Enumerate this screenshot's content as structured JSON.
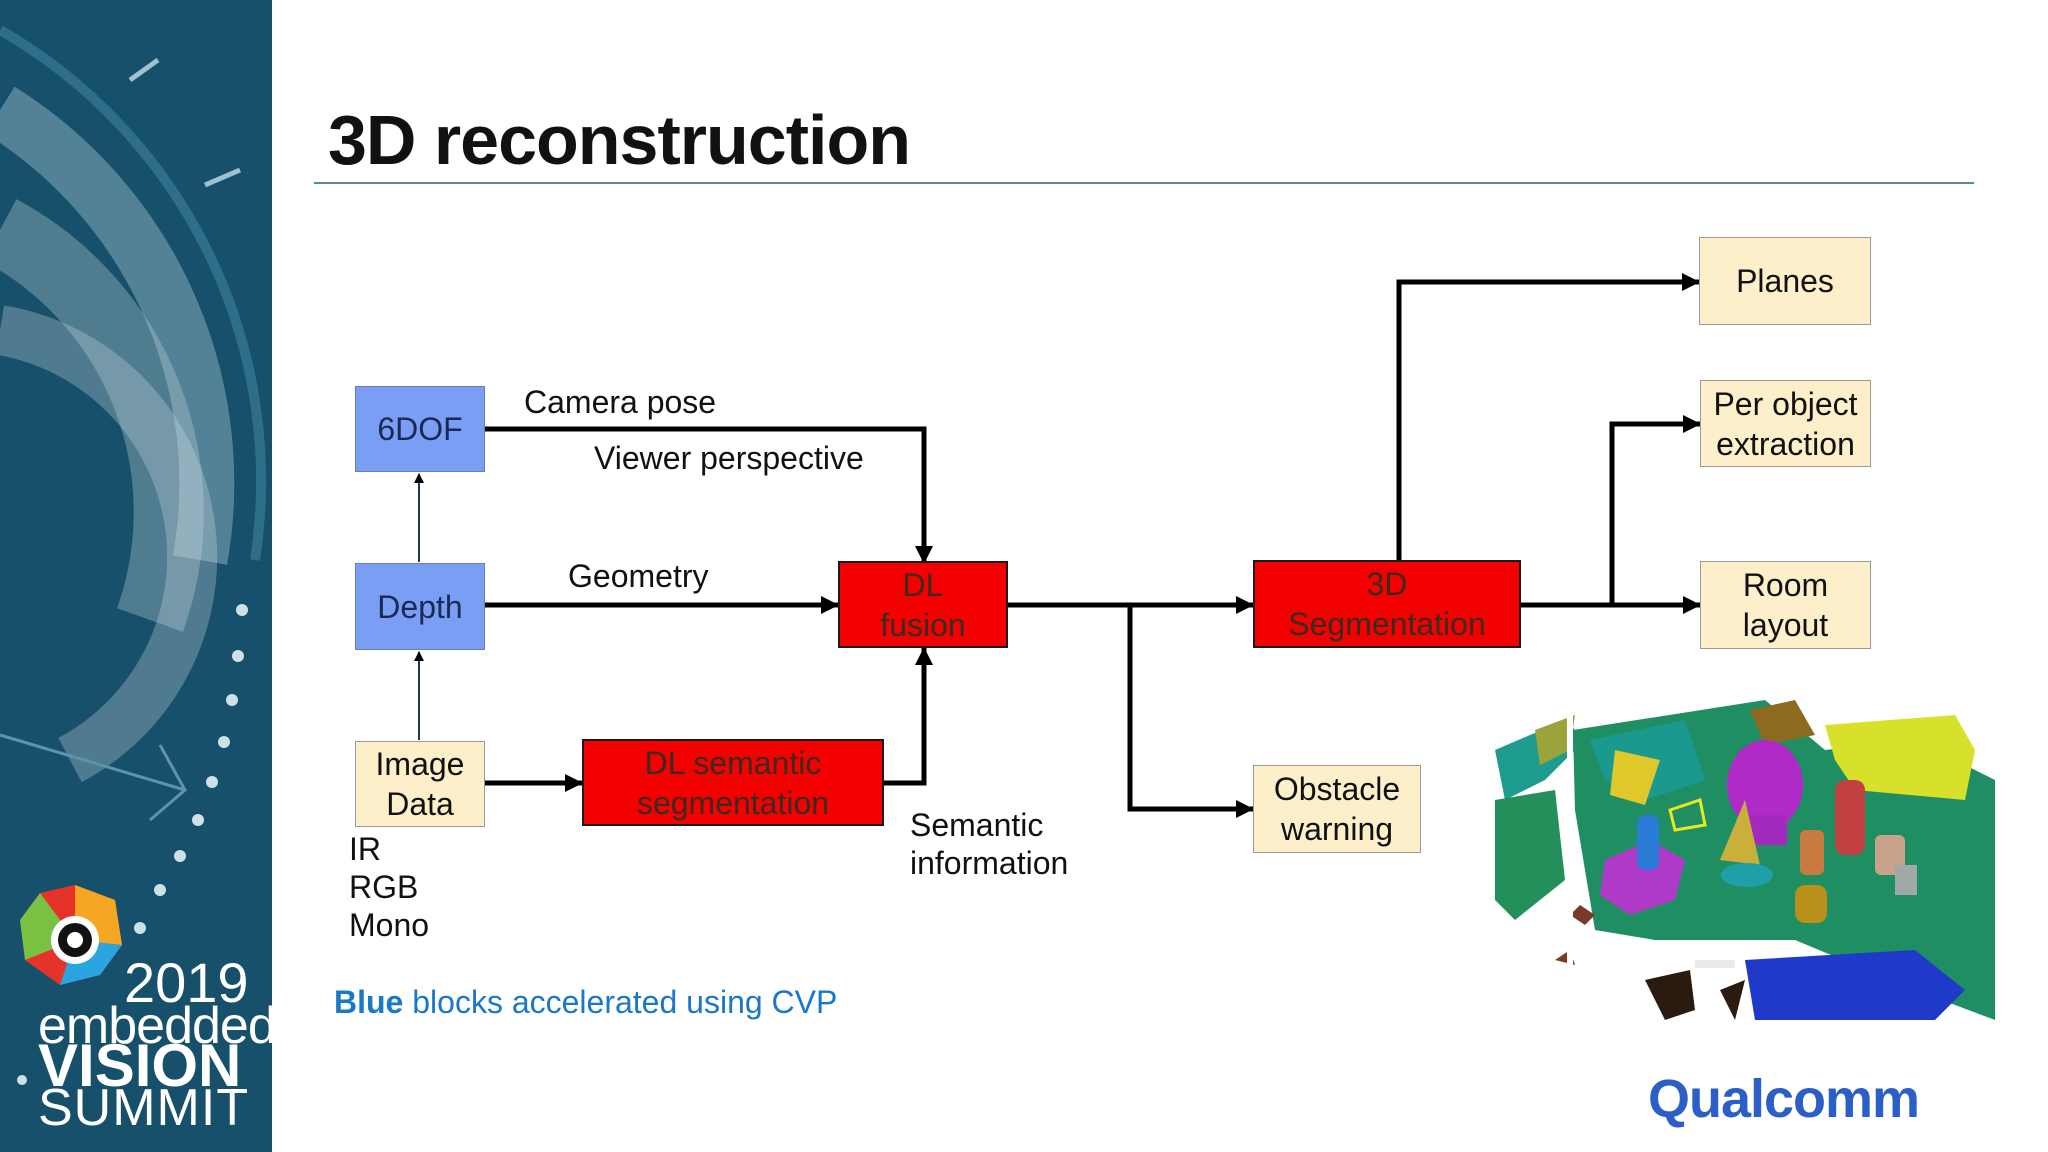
{
  "slide": {
    "title": "3D reconstruction",
    "note_bold": "Blue",
    "note_rest": " blocks accelerated using CVP",
    "brand": "Qualcomm"
  },
  "branding": {
    "year": "2019",
    "line1": "embedded",
    "line2": "VISION",
    "line3": "SUMMIT",
    "sidebar_color": "#17506a"
  },
  "colors": {
    "accelerated_block": "#7b9ef5",
    "io_block": "#fcefc9",
    "dl_block": "#f50000",
    "note_text": "#1a78c8",
    "brand_text": "#2c5ec8"
  },
  "blocks": {
    "sixdof": "6DOF",
    "depth": "Depth",
    "image_data": "Image\nData",
    "dl_semantic": "DL semantic\nsegmentation",
    "dl_fusion": "DL\nfusion",
    "seg3d": "3D\nSegmentation",
    "obstacle": "Obstacle\nwarning",
    "planes": "Planes",
    "per_object": "Per object\nextraction",
    "room_layout": "Room\nlayout"
  },
  "labels": {
    "camera_pose": "Camera pose",
    "viewer_perspective": "Viewer perspective",
    "geometry": "Geometry",
    "semantic_information": "Semantic\ninformation",
    "image_types": "IR\nRGB\nMono"
  }
}
